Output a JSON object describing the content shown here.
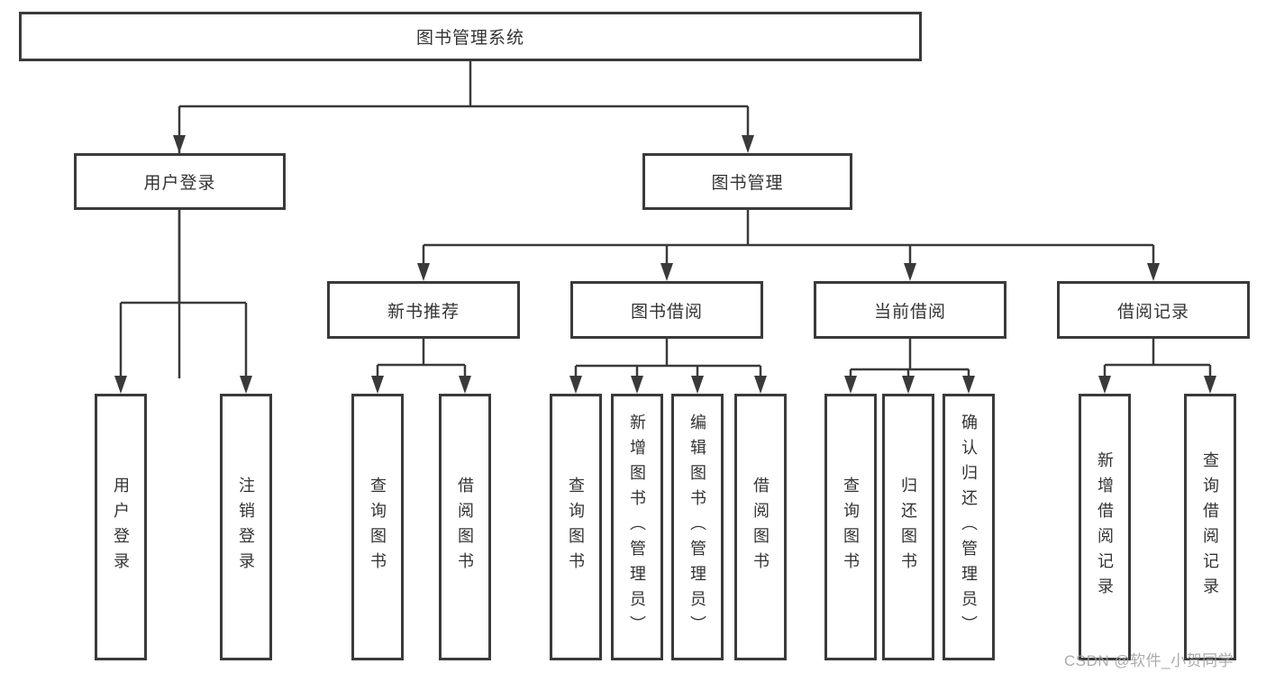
{
  "nodes": {
    "root": "图书管理系统",
    "user_login": "用户登录",
    "book_mgmt": "图书管理",
    "new_book_rec": "新书推荐",
    "book_borrow": "图书借阅",
    "current_borrow": "当前借阅",
    "borrow_record": "借阅记录",
    "leaves": {
      "login": [
        "用户登录",
        "注销登录"
      ],
      "rec": [
        "查询图书",
        "借阅图书"
      ],
      "borrow": [
        "查询图书",
        "新增图书（管理员）",
        "编辑图书（管理员）",
        "借阅图书"
      ],
      "current": [
        "查询图书",
        "归还图书",
        "确认归还（管理员）"
      ],
      "record": [
        "新增借阅记录",
        "查询借阅记录"
      ]
    }
  },
  "watermark": {
    "label": "CSDN @软件_小贺同学"
  },
  "colors": {
    "border": "#3a3a3a",
    "text": "#333333",
    "line": "#3a3a3a",
    "watermark": "#a0a0a0",
    "background": "#ffffff"
  }
}
